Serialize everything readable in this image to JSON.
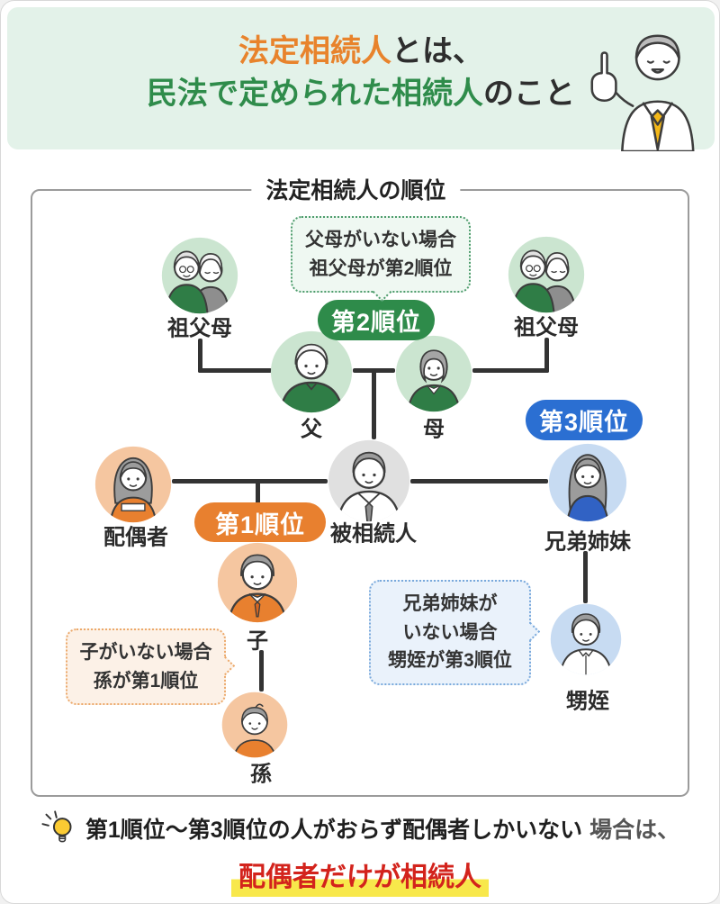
{
  "header": {
    "title1_accent": "法定相続人",
    "title1_rest": "とは、",
    "title2_accent": "民法で定められた相続人",
    "title2_rest": "のこと"
  },
  "diagram": {
    "title": "法定相続人の順位",
    "badge1": "第1順位",
    "badge2": "第2順位",
    "badge3": "第3順位",
    "tooltip2": {
      "line1": "父母がいない場合",
      "line2": "祖父母が第2順位"
    },
    "tooltip1": {
      "line1": "子がいない場合",
      "line2": "孫が第1順位"
    },
    "tooltip3": {
      "line1": "兄弟姉妹が",
      "line2": "いない場合",
      "line3": "甥姪が第3順位"
    },
    "labels": {
      "grandparents_left": "祖父母",
      "grandparents_right": "祖父母",
      "father": "父",
      "mother": "母",
      "spouse": "配偶者",
      "deceased": "被相続人",
      "siblings": "兄弟姉妹",
      "child": "子",
      "grandchild": "孫",
      "nephew": "甥姪"
    }
  },
  "note": {
    "line1_strong": "第1順位〜第3順位の人がおらず配偶者しかいない",
    "line1_tail": "場合は、",
    "line2_highlight": "配偶者だけが相続人"
  },
  "icons": {
    "mascot": "pointing-man-icon",
    "bulb": "lightbulb-icon"
  },
  "colors": {
    "header_bg": "#E3F2E9",
    "accent_orange": "#E8832C",
    "accent_green": "#2F8C4B",
    "rank1_orange": "#E8802F",
    "rank2_green": "#2E8B4A",
    "rank3_blue": "#2B6FD2",
    "note_red": "#D3231C",
    "highlight_yellow": "#F8E84B",
    "line_dark": "#333333"
  }
}
